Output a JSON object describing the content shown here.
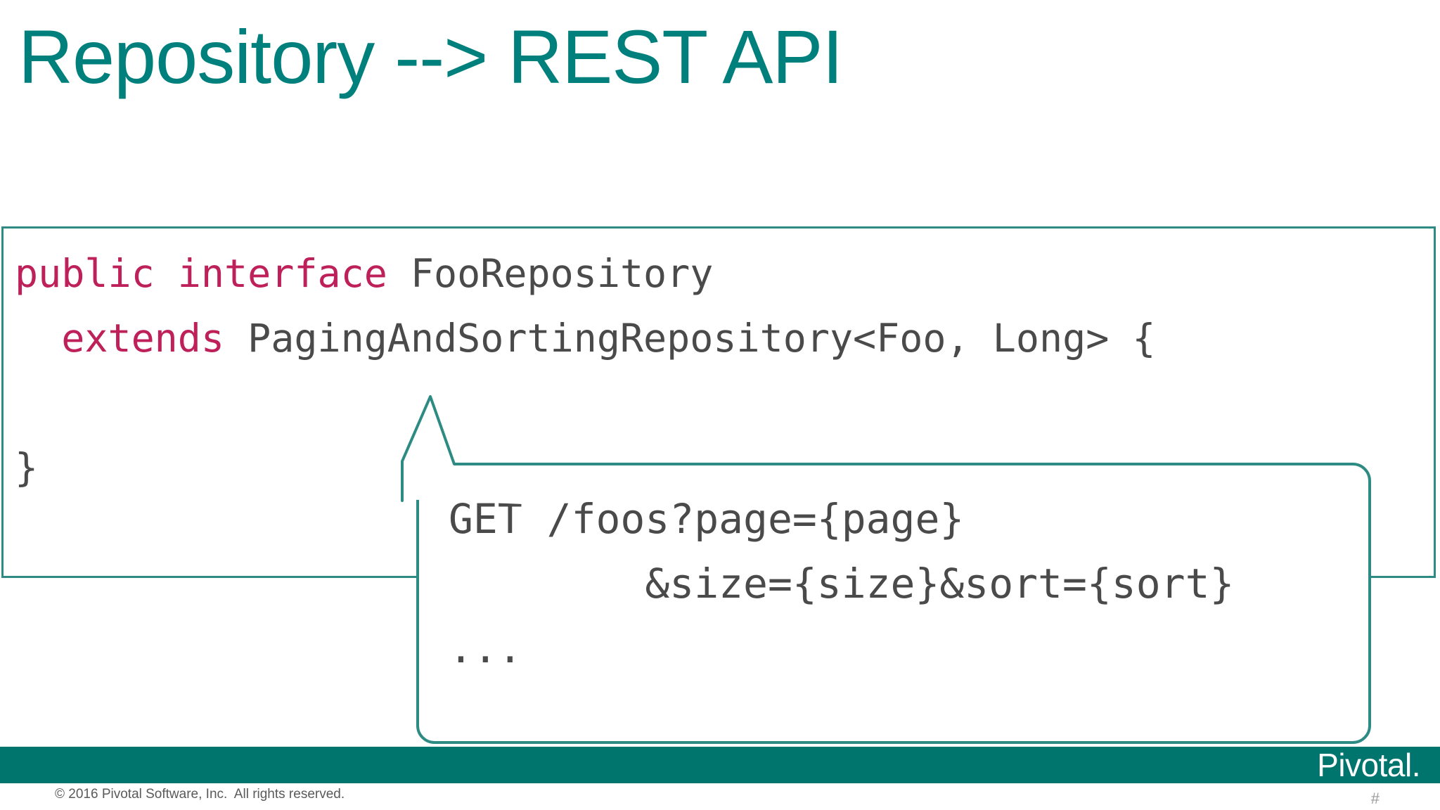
{
  "slide": {
    "title": "Repository --> REST API",
    "accent_color": "#00807C",
    "border_color": "#2E8B84",
    "keyword_color": "#BE2159",
    "code_color": "#4A4A4A",
    "footer_color": "#00756E"
  },
  "code_block": {
    "lines": [
      {
        "keyword": "public interface",
        "rest": " FooRepository"
      },
      {
        "keyword": "  extends",
        "rest": " PagingAndSortingRepository<Foo, Long> {"
      },
      {
        "keyword": "",
        "rest": ""
      },
      {
        "keyword": "",
        "rest": "}"
      }
    ],
    "line1_keyword": "public interface",
    "line1_rest": " FooRepository",
    "line2_keyword": "  extends",
    "line2_rest": " PagingAndSortingRepository<Foo, Long> {",
    "line3": "",
    "line4": "}"
  },
  "callout": {
    "line1": "GET /foos?page={page}",
    "line2": "        &size={size}&sort={sort}",
    "line3": "..."
  },
  "footer": {
    "logo_text": "Pivotal.",
    "copyright": "© 2016 Pivotal Software, Inc.  All rights reserved.",
    "slide_number": "#"
  }
}
